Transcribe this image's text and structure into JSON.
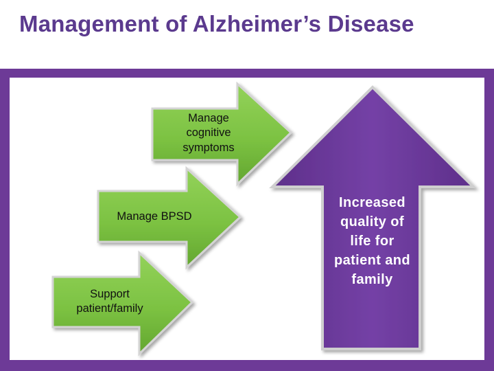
{
  "slide": {
    "title": "Management of Alzheimer’s Disease"
  },
  "diagram": {
    "arrows": [
      {
        "id": "cognitive",
        "label_lines": [
          "Manage",
          "cognitive",
          "symptoms"
        ]
      },
      {
        "id": "bpsd",
        "label_lines": [
          "Manage BPSD"
        ]
      },
      {
        "id": "support",
        "label_lines": [
          "Support",
          "patient/family"
        ]
      }
    ],
    "outcome": {
      "label_lines": [
        "Increased",
        "quality of",
        "life for",
        "patient and",
        "family"
      ]
    }
  },
  "colors": {
    "title": "#5b3a8e",
    "frame": "#6d3a97",
    "arrow_green": "#7cc242",
    "arrow_green_dark": "#5e9e2c",
    "outcome_purple": "#6b3a9a"
  }
}
